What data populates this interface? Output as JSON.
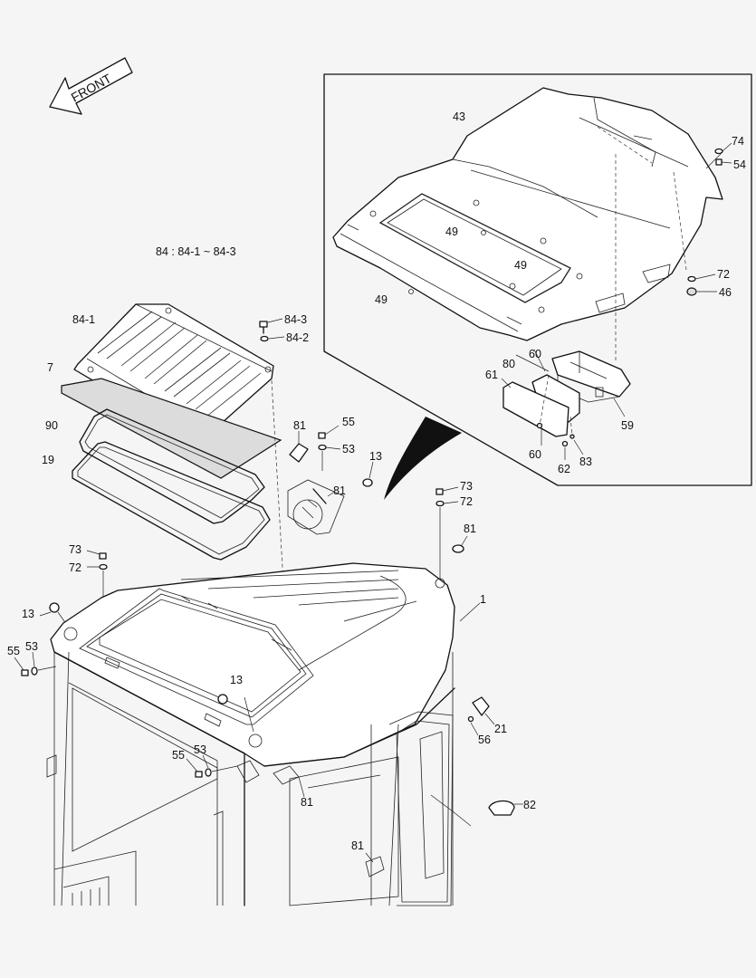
{
  "arrow": {
    "text": "FRONT"
  },
  "note": "84 : 84-1 ~ 84-3",
  "labels": {
    "43": "43",
    "74": "74",
    "54": "54",
    "49a": "49",
    "49b": "49",
    "49c": "49",
    "72a": "72",
    "46": "46",
    "60a": "60",
    "80": "80",
    "61": "61",
    "59": "59",
    "60b": "60",
    "62": "62",
    "83": "83",
    "84_1": "84-1",
    "84_3": "84-3",
    "84_2": "84-2",
    "7": "7",
    "90": "90",
    "19": "19",
    "81a": "81",
    "55a": "55",
    "53a": "53",
    "13a": "13",
    "81b": "81",
    "73a": "73",
    "72b": "72",
    "81c": "81",
    "73b": "73",
    "72c": "72",
    "13b": "13",
    "55b": "55",
    "53b": "53",
    "1": "1",
    "13c": "13",
    "55c": "55",
    "53c": "53",
    "21": "21",
    "56": "56",
    "81d": "81",
    "82": "82",
    "81e": "81"
  }
}
